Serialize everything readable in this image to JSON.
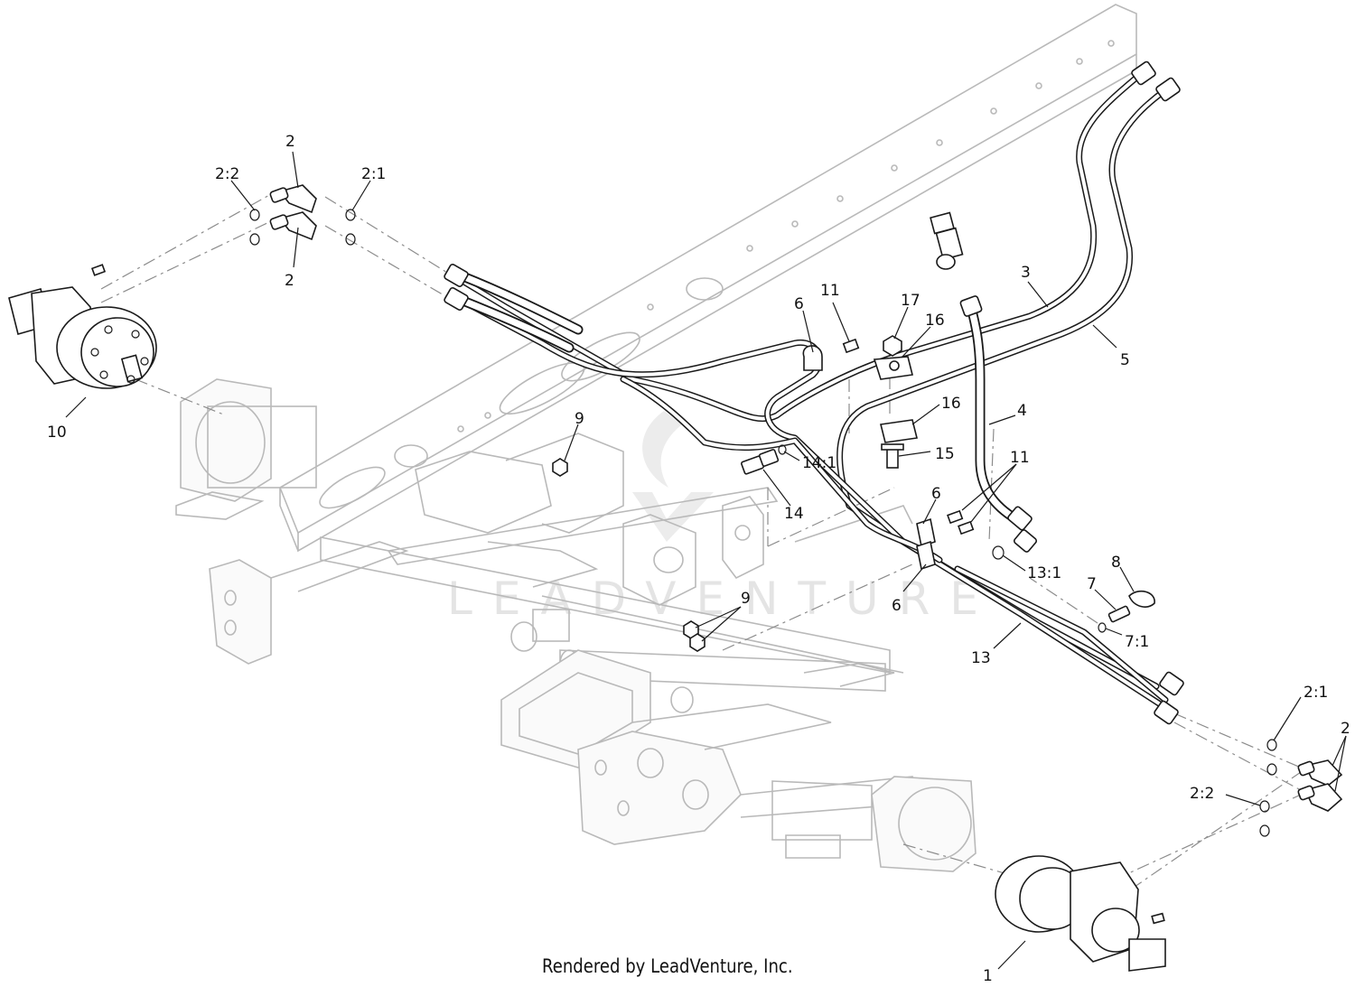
{
  "watermark": "LEADVENTURE",
  "footer": "Rendered by LeadVenture, Inc.",
  "callouts": {
    "c2_top_upper": "2",
    "c2_top_lower": "2",
    "c2_2_top": "2:2",
    "c2_1_top": "2:1",
    "c10": "10",
    "c6_upper": "6",
    "c11_upper": "11",
    "c17": "17",
    "c16_upper": "16",
    "c3": "3",
    "c5": "5",
    "c4": "4",
    "c16_lower": "16",
    "c15": "15",
    "c11_lower": "11",
    "c9_upper": "9",
    "c14_1": "14:1",
    "c14": "14",
    "c6_mid": "6",
    "c6_lower": "6",
    "c13_1": "13:1",
    "c8": "8",
    "c7": "7",
    "c7_1": "7:1",
    "c9_lower": "9",
    "c13": "13",
    "c2_1_bottom": "2:1",
    "c2_bottom": "2",
    "c2_2_bottom": "2:2",
    "c1": "1"
  }
}
